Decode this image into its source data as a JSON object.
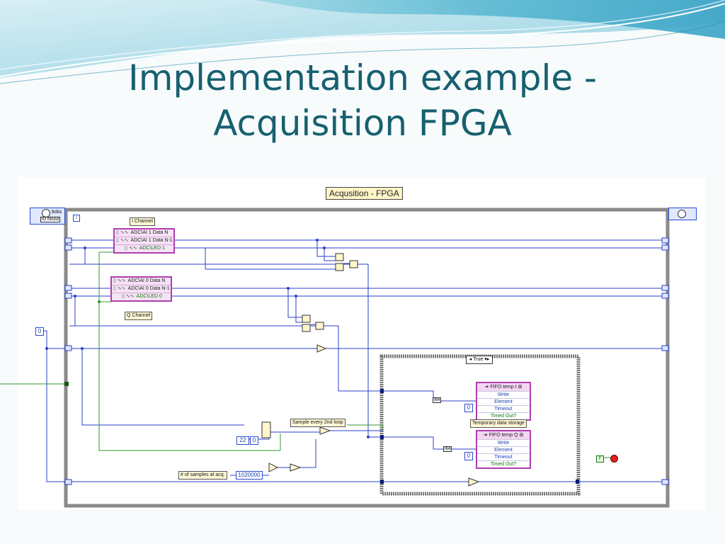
{
  "slide": {
    "title_line1": "Implementation example -",
    "title_line2": "Acquisition FPGA"
  },
  "diagram": {
    "vi_title": "Acqusition - FPGA",
    "i_channel_label": "I Channel",
    "q_channel_label": "Q Channel",
    "i_node": {
      "rows": [
        "ADC\\AI 1 Data N",
        "ADC\\AI 1 Data N-1",
        "ADC\\LED 1"
      ]
    },
    "q_node": {
      "rows": [
        "ADC\\AI 0 Data N",
        "ADC\\AI 0 Data N-1",
        "ADC\\LED 0"
      ]
    },
    "ticks_label": "ticks",
    "io_module_label": "IO Modul",
    "iteration_terminal": "i",
    "case_selector": "True",
    "fifo_i": {
      "title": "FIFO temp I",
      "rows": [
        "Write",
        "Element",
        "Timeout",
        "Timed Out?"
      ]
    },
    "fifo_q": {
      "title": "FIFO temp Q",
      "rows": [
        "Write",
        "Element",
        "Timeout",
        "Timed Out?"
      ]
    },
    "temp_storage_label": "Temporary data storage",
    "sample_label": "Sample every 2nd loop",
    "num_samples_label": "# of samples at acq.",
    "const_zero_left": "0",
    "const_zero_fifo_i": "0",
    "const_zero_fifo_q": "0",
    "const_22": "22",
    "const_0_mid": "0",
    "const_1020000": "1020000",
    "type_i64_a": "I64",
    "type_i64_b": "I64",
    "bool_false": "F"
  },
  "colors": {
    "title": "#17606f",
    "wire_blue": "#2a3fc8",
    "wire_green": "#2f9a2f",
    "node_border": "#b03db0",
    "frame_gray": "#8a8a8a"
  },
  "icons": [
    "banner-wave",
    "loop-tunnel-icon",
    "select-icon",
    "compare-icon",
    "stop-icon",
    "timing-icon"
  ]
}
